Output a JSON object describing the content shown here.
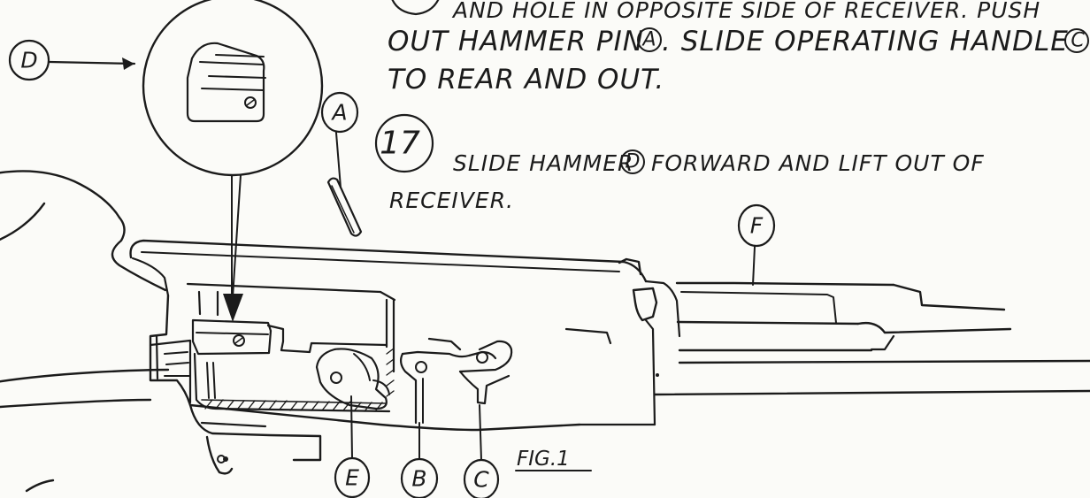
{
  "instructions": {
    "step16_line1": "AND HOLE IN OPPOSITE SIDE OF RECEIVER. PUSH",
    "step16_line2_a": "OUT HAMMER PIN",
    "step16_line2_pin_letter": "A",
    "step16_line2_b": ". SLIDE OPERATING HANDLE",
    "step16_line2_handle_letter": "C",
    "step16_line3": "TO REAR AND OUT.",
    "step17_number": "17",
    "step17_line1_a": "SLIDE HAMMER",
    "step17_hammer_letter": "D",
    "step17_line1_b": "FORWARD AND LIFT OUT OF",
    "step17_line2": "RECEIVER."
  },
  "callouts": {
    "A": "A",
    "B": "B",
    "C": "C",
    "D": "D",
    "E": "E",
    "F": "F"
  },
  "figure_label": "FIG.1"
}
